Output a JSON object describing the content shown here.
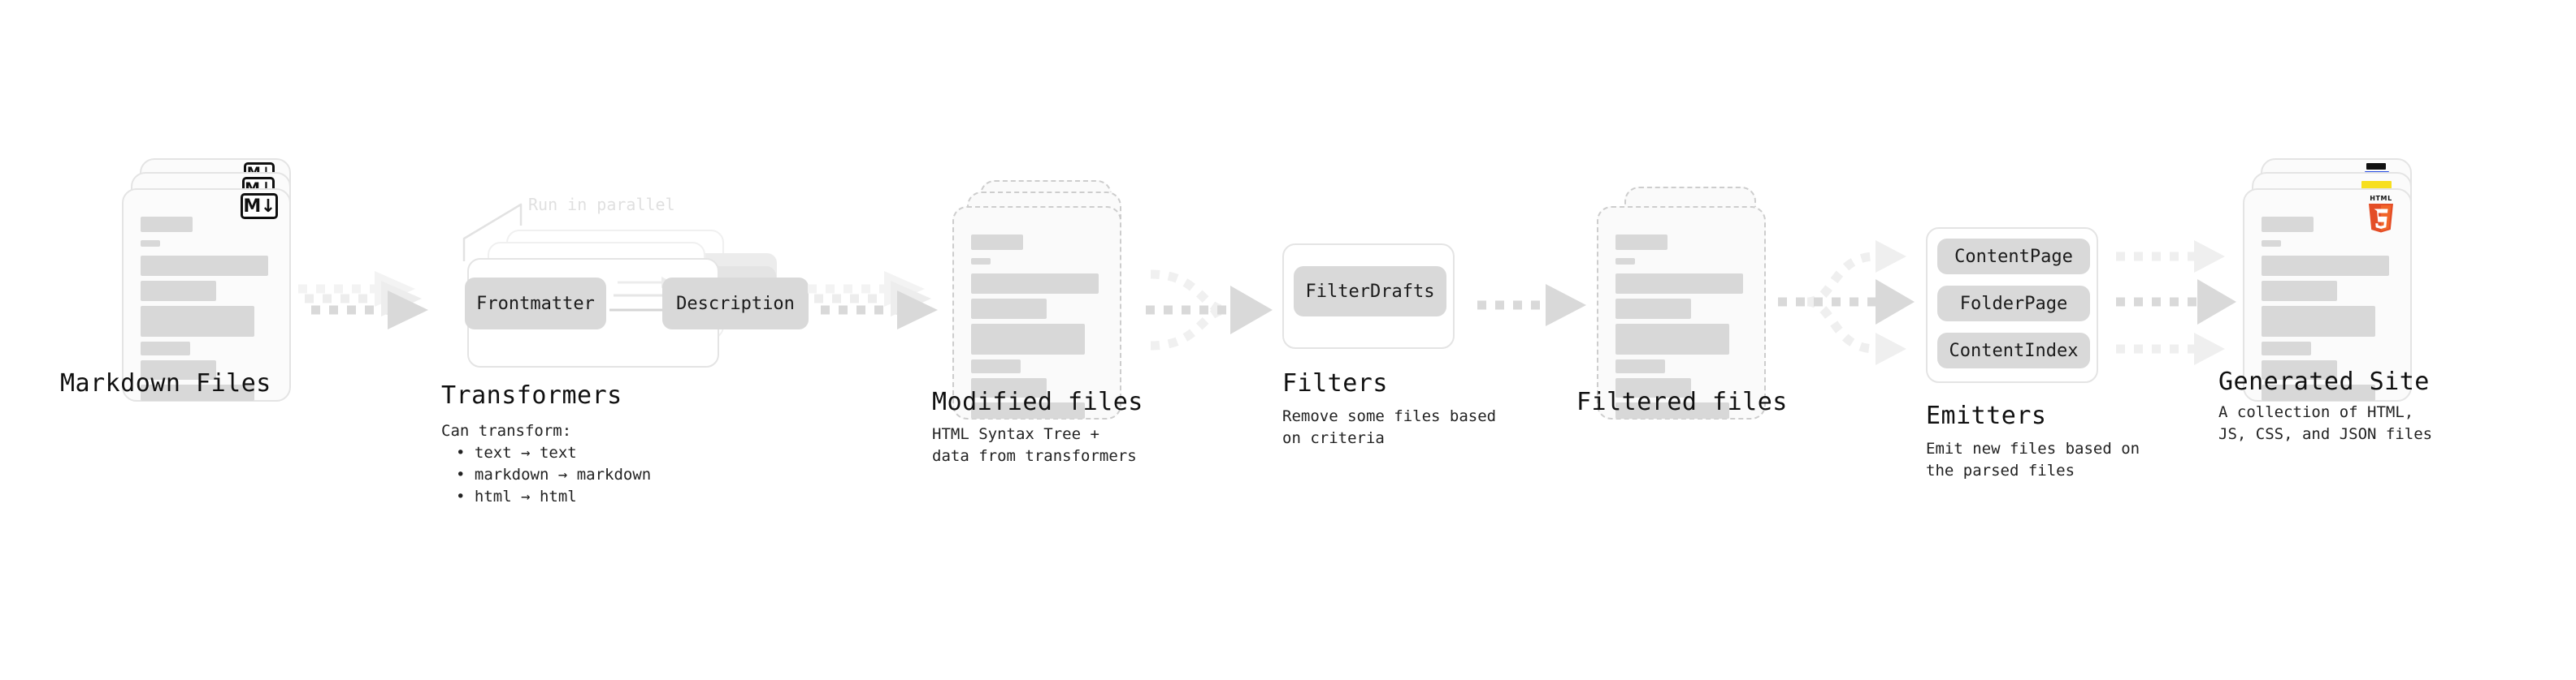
{
  "diagram": {
    "title": "Quartz content processing pipeline",
    "colors": {
      "bar": "#d8d8d8",
      "chip": "#d9d9d9",
      "border": "#e4e4e4",
      "dashed_border": "#cdcdcd",
      "arrow": "#d9d9d9",
      "arrow_faint": "#efefef",
      "text": "#101010",
      "callout_text": "#e0e0e0",
      "html5_orange": "#e44d26",
      "html5_orange_light": "#f16529",
      "js_yellow": "#f7df1e",
      "css_blue": "#264de4"
    }
  },
  "stages": [
    {
      "id": "markdown-files",
      "title": "Markdown Files",
      "description": "",
      "kind": "file-stack",
      "badge": "markdown-badge",
      "badge_text": "M↓",
      "stack_count": 3,
      "border_style": "solid"
    },
    {
      "id": "transformers",
      "title": "Transformers",
      "description": "Can transform:",
      "kind": "group",
      "callout": "Run in parallel",
      "stack_count": 3,
      "chips": [
        "Frontmatter",
        "Description"
      ],
      "bullets": [
        "• text → text",
        "• markdown → markdown",
        "• html → html"
      ]
    },
    {
      "id": "modified-files",
      "title": "Modified files",
      "description": "HTML Syntax Tree +\ndata from transformers",
      "kind": "file-stack",
      "stack_count": 3,
      "border_style": "dashed"
    },
    {
      "id": "filters",
      "title": "Filters",
      "description": "Remove some files based\non criteria",
      "kind": "group",
      "stack_count": 1,
      "chips": [
        "FilterDrafts"
      ]
    },
    {
      "id": "filtered-files",
      "title": "Filtered files",
      "description": "",
      "kind": "file-stack",
      "stack_count": 2,
      "border_style": "dashed"
    },
    {
      "id": "emitters",
      "title": "Emitters",
      "description": "Emit new files based on\nthe parsed files",
      "kind": "group",
      "stack_count": 1,
      "chips": [
        "ContentPage",
        "FolderPage",
        "ContentIndex"
      ]
    },
    {
      "id": "generated-site",
      "title": "Generated Site",
      "description": "A collection of HTML,\nJS, CSS, and JSON files",
      "kind": "file-stack",
      "badge": "html5-badge",
      "badge_text": "HTML",
      "badge_number": "5",
      "stack_count": 3,
      "border_style": "solid"
    }
  ],
  "connectors": [
    {
      "id": "arrow-markdown-to-transformers",
      "type": "stacked-dashed-arrow"
    },
    {
      "id": "arrow-transformers-to-modified",
      "type": "stacked-dashed-arrow"
    },
    {
      "id": "arrow-modified-to-filters",
      "type": "merge-dashed-arrow"
    },
    {
      "id": "arrow-filters-to-filtered",
      "type": "dashed-arrow"
    },
    {
      "id": "arrow-filtered-to-emitters",
      "type": "branch-dashed-arrow"
    },
    {
      "id": "arrow-emitters-to-site",
      "type": "branch-dashed-arrow"
    }
  ]
}
